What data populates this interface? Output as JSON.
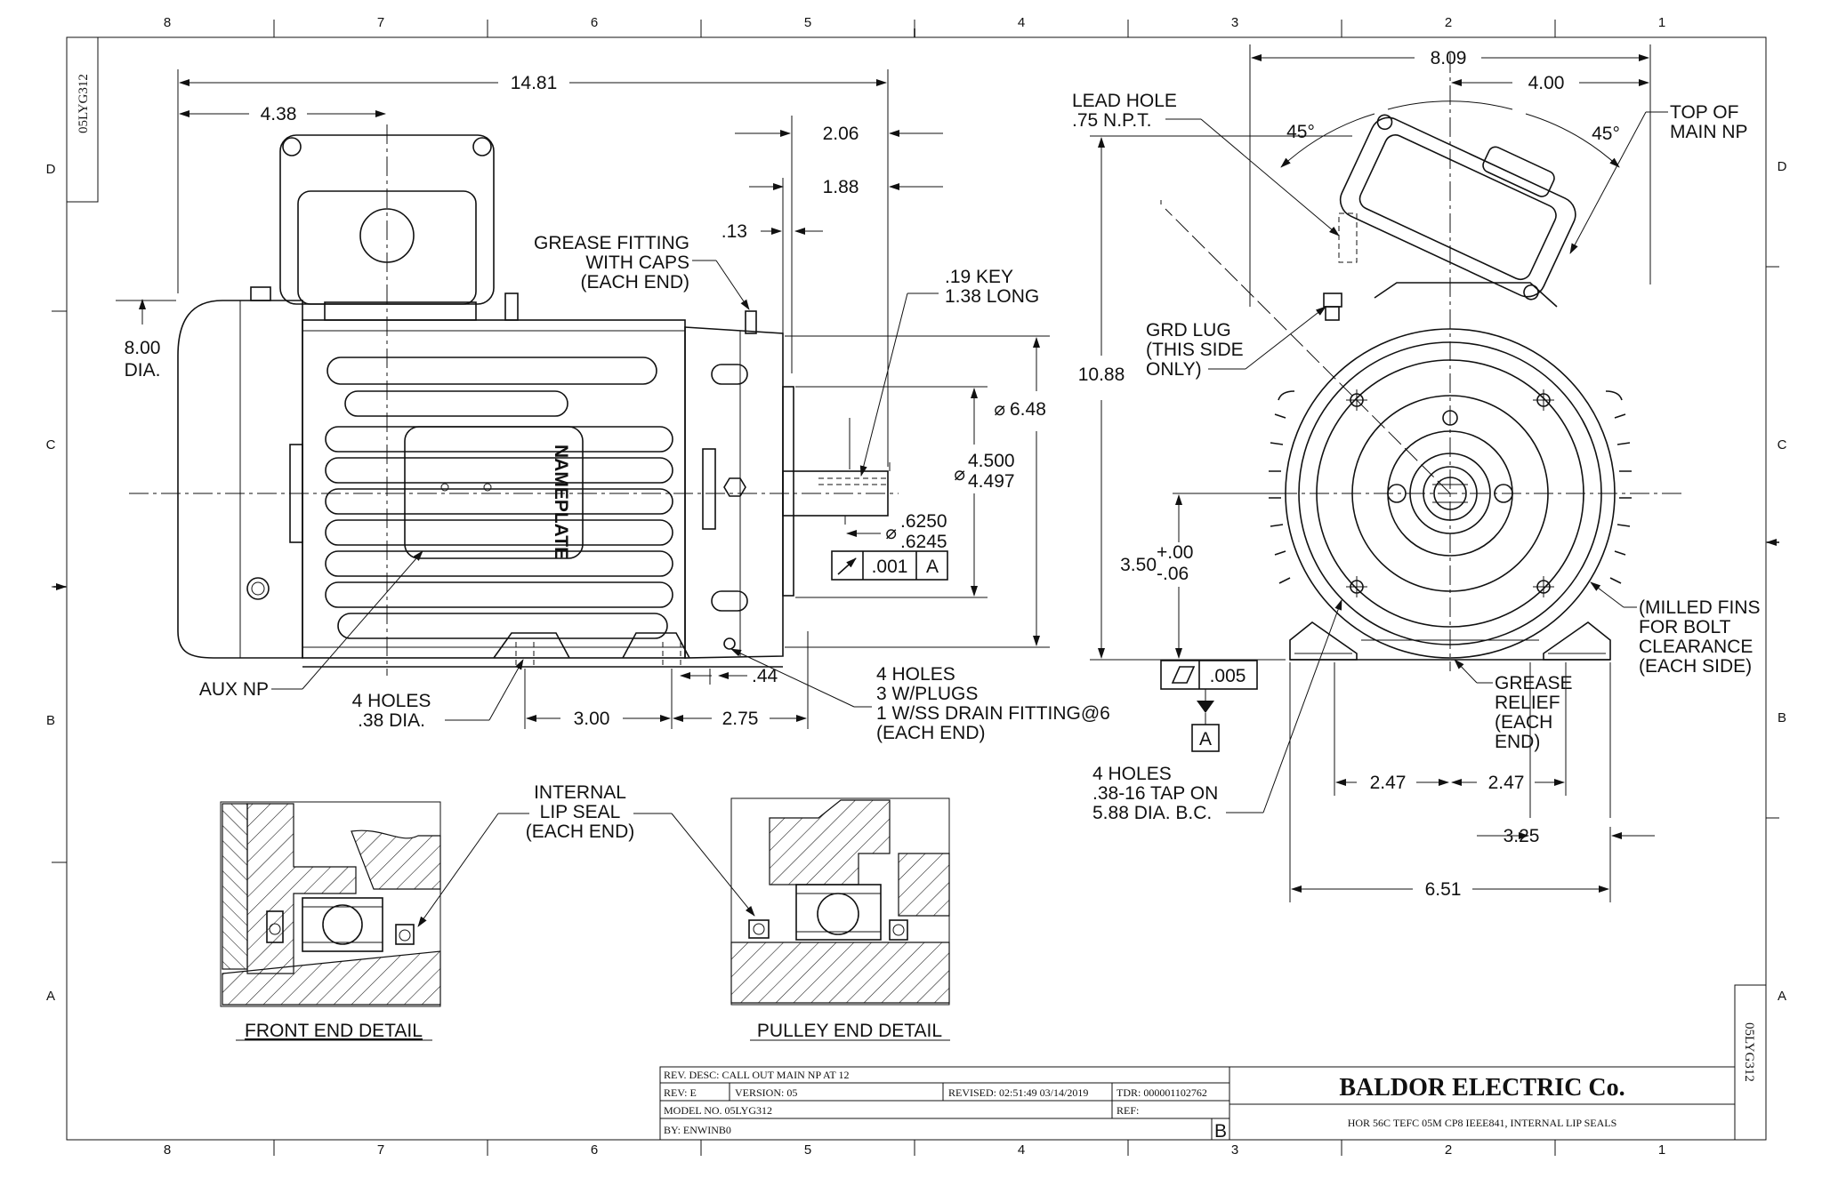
{
  "zones": {
    "top": [
      "8",
      "7",
      "6",
      "5",
      "4",
      "3",
      "2",
      "1"
    ],
    "bottom": [
      "8",
      "7",
      "6",
      "5",
      "4",
      "3",
      "2",
      "1"
    ],
    "left": [
      "D",
      "C",
      "B",
      "A"
    ],
    "right": [
      "D",
      "C",
      "B",
      "A"
    ]
  },
  "side_tab": "05LYG312",
  "side_view": {
    "dims": {
      "overall_length": "14.81",
      "length_4_38": "4.38",
      "d_2_06": "2.06",
      "d_1_88": "1.88",
      "d_13": ".13",
      "dia_8": "8.00",
      "dia_label": "DIA.",
      "dia_6_48": "6.48",
      "pilot_max": "4.500",
      "pilot_min": "4.497",
      "shaft_max": ".6250",
      "shaft_min": ".6245",
      "runout": ".001",
      "datum_ref": "A",
      "d_3_00": "3.00",
      "d_2_75": "2.75",
      "d_44": ".44"
    },
    "callouts": {
      "grease_1": "GREASE FITTING",
      "grease_2": "WITH CAPS",
      "grease_3": "(EACH END)",
      "key_1": ".19 KEY",
      "key_2": "1.38 LONG",
      "nameplate": "NAMEPLATE",
      "aux_np": "AUX NP",
      "holes_1": "4 HOLES",
      "holes_2": ".38 DIA.",
      "drain_1": "4 HOLES",
      "drain_2": "3 W/PLUGS",
      "drain_3": "1 W/SS DRAIN FITTING@6",
      "drain_4": "(EACH END)"
    }
  },
  "end_view": {
    "dims": {
      "width_8_09": "8.09",
      "half_4_00": "4.00",
      "height_10_88": "10.88",
      "angle_left": "45°",
      "angle_right": "45°",
      "shaft_height": "3.50",
      "tol_plus": "+.00",
      "tol_minus": "-.06",
      "flatness": ".005",
      "datum": "A",
      "d_2_47_left": "2.47",
      "d_2_47_right": "2.47",
      "d_3_25": "3.25",
      "d_6_51": "6.51"
    },
    "callouts": {
      "lead_1": "LEAD HOLE",
      "lead_2": ".75 N.P.T.",
      "top_np_1": "TOP OF",
      "top_np_2": "MAIN NP",
      "grd_1": "GRD LUG",
      "grd_2": "(THIS SIDE",
      "grd_3": "ONLY)",
      "fins_1": "(MILLED FINS",
      "fins_2": "FOR BOLT",
      "fins_3": "CLEARANCE",
      "fins_4": "(EACH SIDE)",
      "relief_1": "GREASE",
      "relief_2": "RELIEF",
      "relief_3": "(EACH",
      "relief_4": "END)",
      "tap_1": "4 HOLES",
      "tap_2": ".38-16 TAP ON",
      "tap_3": "5.88 DIA. B.C."
    }
  },
  "details": {
    "seal_1": "INTERNAL",
    "seal_2": "LIP SEAL",
    "seal_3": "(EACH END)",
    "front": "FRONT END DETAIL",
    "pulley": "PULLEY END DETAIL"
  },
  "title_block": {
    "rev_desc": "REV. DESC: CALL OUT MAIN NP AT 12",
    "rev": "REV:  E",
    "version": "VERSION:  05",
    "revised": "REVISED:  02:51:49 03/14/2019",
    "tdr": "TDR:  000001102762",
    "model": "MODEL NO.   05LYG312",
    "ref": "REF:",
    "by": "BY: ENWINB0",
    "size": "B",
    "company": "BALDOR ELECTRIC Co.",
    "description": "HOR 56C TEFC 05M CP8 IEEE841, INTERNAL LIP SEALS"
  }
}
